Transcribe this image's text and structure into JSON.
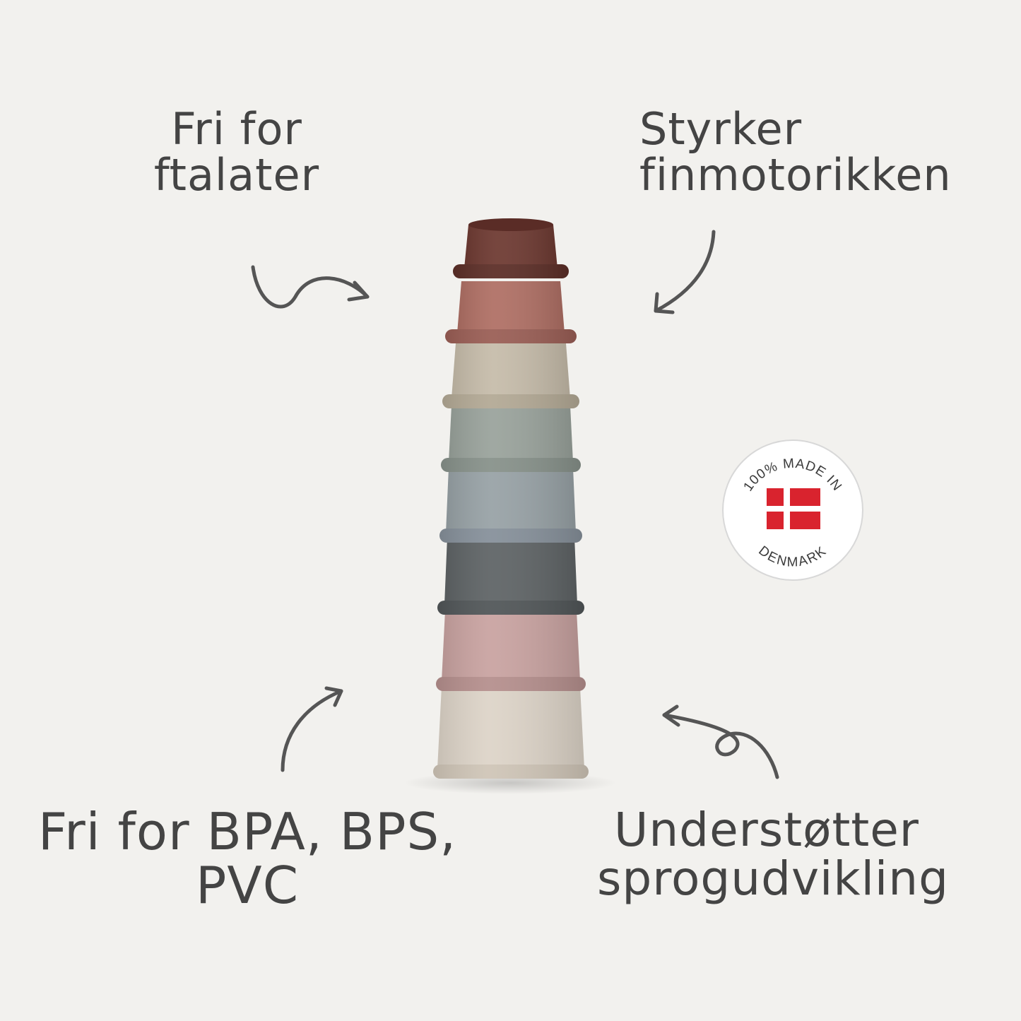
{
  "labels": {
    "top_left": [
      "Fri for",
      "ftalater"
    ],
    "top_right": [
      "Styrker",
      "finmotorikken"
    ],
    "bottom_left": [
      "Fri for BPA, BPS,",
      "PVC"
    ],
    "bottom_right": [
      "Understøtter",
      "sprogudvikling"
    ]
  },
  "badge": {
    "top_text": "100% MADE IN",
    "bottom_text": "DENMARK",
    "flag_red": "#d9232e",
    "flag_white": "#ffffff"
  },
  "cups": {
    "colors": [
      "#6e3a32",
      "#b07065",
      "#c6bcaa",
      "#9aa39c",
      "#98a2a6",
      "#5f6466",
      "#c9a3a1",
      "#ddd4c8"
    ],
    "rim_colors": [
      "#5c2e27",
      "#9a5e55",
      "#b3a995",
      "#87918a",
      "#86909a",
      "#515658",
      "#b58f8d",
      "#cfc5b7"
    ]
  },
  "colors": {
    "background": "#f2f1ee",
    "ink": "#444444"
  }
}
